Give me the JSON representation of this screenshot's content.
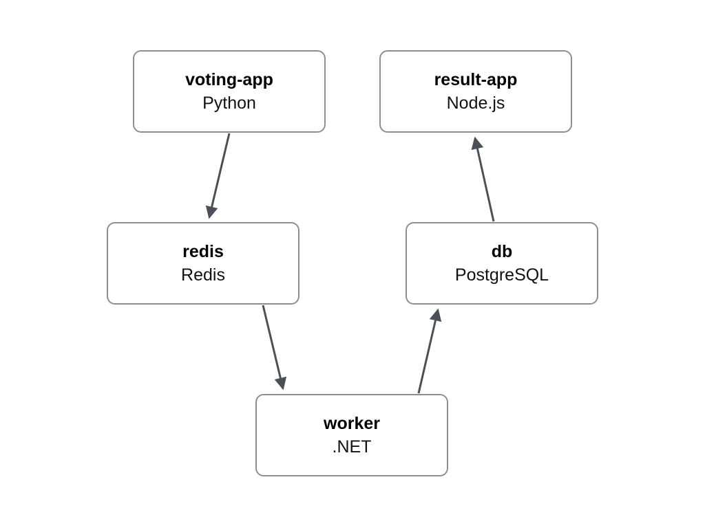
{
  "diagram": {
    "nodes": [
      {
        "id": "voting-app",
        "name": "voting-app",
        "tech": "Python"
      },
      {
        "id": "result-app",
        "name": "result-app",
        "tech": "Node.js"
      },
      {
        "id": "redis",
        "name": "redis",
        "tech": "Redis"
      },
      {
        "id": "db",
        "name": "db",
        "tech": "PostgreSQL"
      },
      {
        "id": "worker",
        "name": "worker",
        "tech": ".NET"
      }
    ],
    "edges": [
      {
        "from": "voting-app",
        "to": "redis"
      },
      {
        "from": "redis",
        "to": "worker"
      },
      {
        "from": "worker",
        "to": "db"
      },
      {
        "from": "db",
        "to": "result-app"
      }
    ],
    "colors": {
      "background": "#ffffff",
      "node_fill": "#ffffff",
      "node_border": "#8e8e8e",
      "arrow": "#4a5058",
      "text": "#000000"
    }
  }
}
